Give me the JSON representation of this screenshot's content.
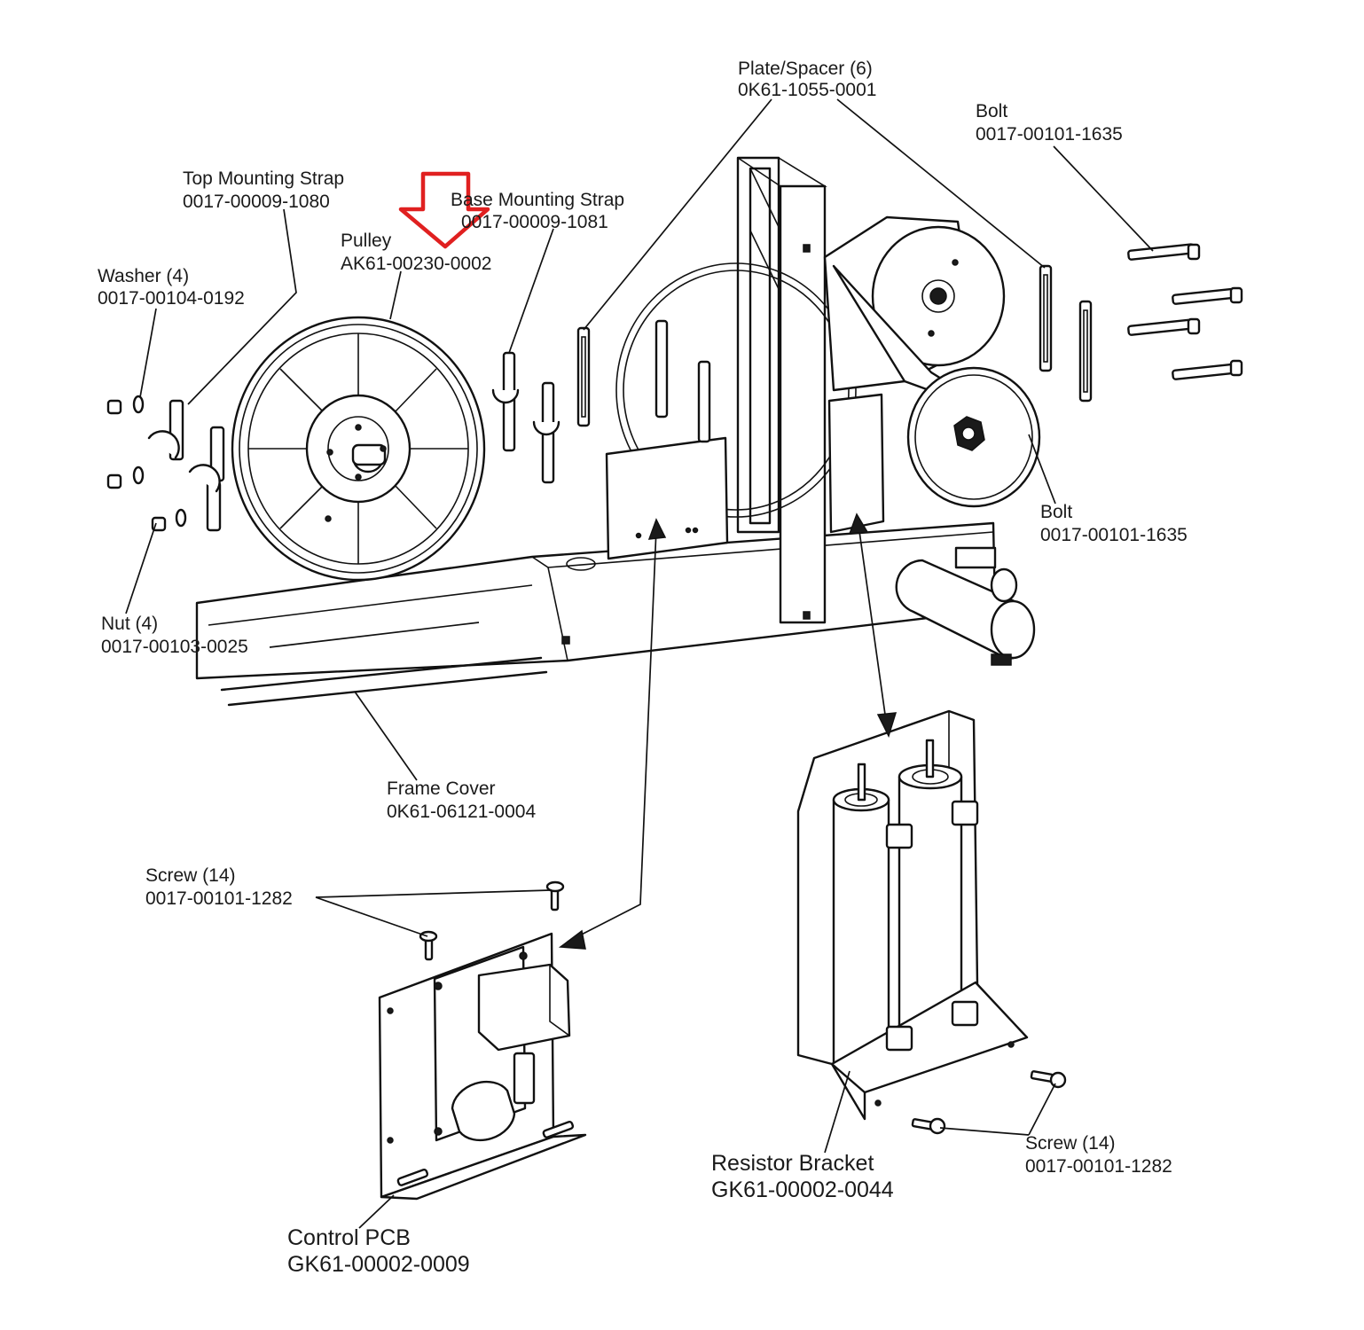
{
  "callouts": {
    "plate_spacer": {
      "name": "Plate/Spacer (6)",
      "part": "0K61-1055-0001"
    },
    "bolt_top": {
      "name": "Bolt",
      "part": "0017-00101-1635"
    },
    "top_strap": {
      "name": "Top Mounting Strap",
      "part": "0017-00009-1080"
    },
    "base_strap": {
      "name": "Base Mounting Strap",
      "part": "0017-00009-1081"
    },
    "pulley": {
      "name": "Pulley",
      "part": "AK61-00230-0002"
    },
    "washer": {
      "name": "Washer (4)",
      "part": "0017-00104-0192"
    },
    "bolt_right": {
      "name": "Bolt",
      "part": "0017-00101-1635"
    },
    "nut": {
      "name": "Nut (4)",
      "part": "0017-00103-0025"
    },
    "frame_cover": {
      "name": "Frame Cover",
      "part": "0K61-06121-0004"
    },
    "screw_left": {
      "name": "Screw (14)",
      "part": "0017-00101-1282"
    },
    "screw_right": {
      "name": "Screw (14)",
      "part": "0017-00101-1282"
    },
    "resistor_bracket": {
      "name": "Resistor Bracket",
      "part": "GK61-00002-0044"
    },
    "control_pcb": {
      "name": "Control PCB",
      "part": "GK61-00002-0009"
    }
  },
  "highlight": {
    "icon": "down-arrow-icon",
    "color": "#e02020",
    "target": "pulley"
  }
}
